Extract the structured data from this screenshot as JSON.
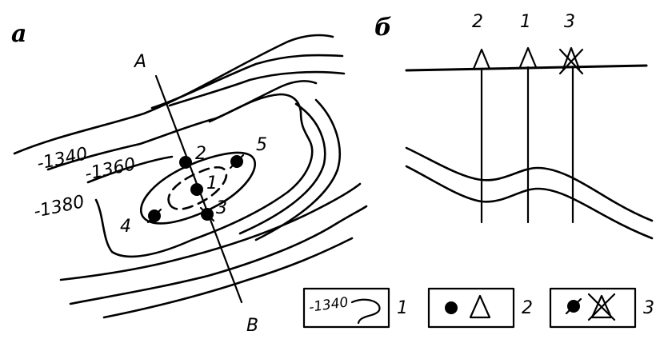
{
  "panel_a": {
    "label": "а",
    "section_start": "A",
    "section_end": "B",
    "contours": [
      "-1340",
      "-1360",
      "-1380"
    ],
    "wells": [
      "1",
      "2",
      "3",
      "4",
      "5"
    ]
  },
  "panel_b": {
    "label": "б",
    "wells": [
      "2",
      "1",
      "3"
    ]
  },
  "legend": [
    {
      "sample": "-1340",
      "number": "1"
    },
    {
      "number": "2"
    },
    {
      "number": "3"
    }
  ]
}
